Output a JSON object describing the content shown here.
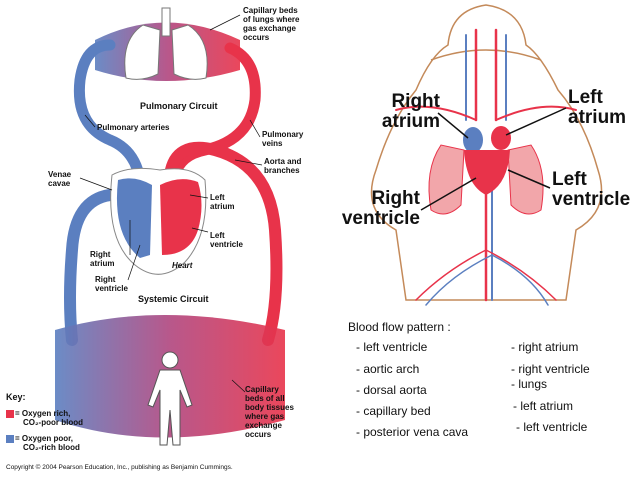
{
  "colors": {
    "oxygen_rich": "#e8334a",
    "oxygen_poor": "#5b7fc0",
    "capillary": "#b0457e",
    "pale_red": "#f2a6aa",
    "body_outline": "#c48a5a",
    "background": "#ffffff"
  },
  "left_diagram": {
    "labels": {
      "capillary_lungs": [
        "Capillary beds",
        "of lungs where",
        "gas exchange",
        "occurs"
      ],
      "pulmonary_circuit": "Pulmonary Circuit",
      "pulmonary_arteries": "Pulmonary arteries",
      "pulmonary_veins": [
        "Pulmonary",
        "veins"
      ],
      "aorta_branches": [
        "Aorta and",
        "branches"
      ],
      "venae_cavae": [
        "Venae",
        "cavae"
      ],
      "left_atrium": [
        "Left",
        "atrium"
      ],
      "left_ventricle": [
        "Left",
        "ventricle"
      ],
      "heart": "Heart",
      "right_atrium": [
        "Right",
        "atrium"
      ],
      "right_ventricle": [
        "Right",
        "ventricle"
      ],
      "systemic_circuit": "Systemic Circuit",
      "capillary_body": [
        "Capillary",
        "beds of all",
        "body tissues",
        "where gas",
        "exchange",
        "occurs"
      ]
    },
    "key": {
      "title": "Key:",
      "items": [
        {
          "line1": "= Oxygen rich,",
          "line2": "CO₂-poor blood",
          "color": "#e8334a"
        },
        {
          "line1": "= Oxygen poor,",
          "line2": "CO₂-rich blood",
          "color": "#5b7fc0"
        }
      ]
    },
    "copyright": "Copyright © 2004 Pearson Education, Inc., publishing as Benjamin Cummings."
  },
  "right_diagram": {
    "labels": {
      "right_atrium": [
        "Right",
        "atrium"
      ],
      "left_atrium": [
        "Left",
        "atrium"
      ],
      "right_ventricle": [
        "Right",
        "ventricle"
      ],
      "left_ventricle": [
        "Left",
        "ventricle"
      ]
    }
  },
  "blood_flow": {
    "title": "Blood flow pattern :",
    "column1": [
      "- left ventricle",
      "- aortic arch",
      "- dorsal aorta",
      "- capillary bed",
      "- posterior vena cava"
    ],
    "column2": [
      "- right atrium",
      "- right ventricle",
      "- lungs",
      "- left atrium",
      "- left ventricle"
    ]
  }
}
